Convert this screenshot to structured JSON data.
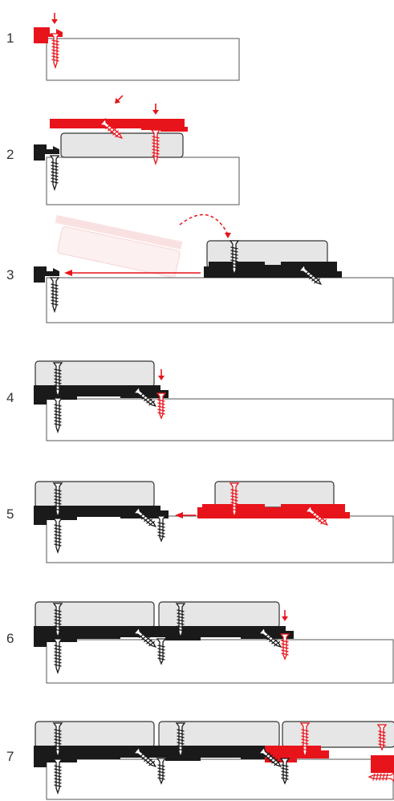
{
  "colors": {
    "accent": "#e8141b",
    "dark": "#1a1a1a",
    "board_fill": "#e6e6e6",
    "ghost": "#f6c9c9",
    "beam_stroke": "#555555"
  },
  "icons": [
    "screw-icon",
    "arrow-down-icon",
    "arrow-left-icon",
    "curved-arrow-icon"
  ],
  "steps": [
    {
      "number": "1"
    },
    {
      "number": "2"
    },
    {
      "number": "3"
    },
    {
      "number": "4"
    },
    {
      "number": "5"
    },
    {
      "number": "6"
    },
    {
      "number": "7"
    }
  ]
}
